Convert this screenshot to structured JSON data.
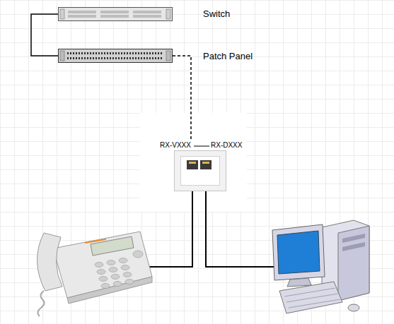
{
  "diagram": {
    "nodes": [
      {
        "text": [
          "Switch"
        ]
      },
      {
        "text": [
          "Patch Panel"
        ]
      },
      {
        "text": [
          "RX-VXXX",
          "RX-DXXX"
        ]
      }
    ],
    "edges": [
      {
        "from": 0,
        "to": 1,
        "arrow": "none"
      },
      {
        "from": 1,
        "to": 2,
        "arrow": "none"
      }
    ]
  }
}
